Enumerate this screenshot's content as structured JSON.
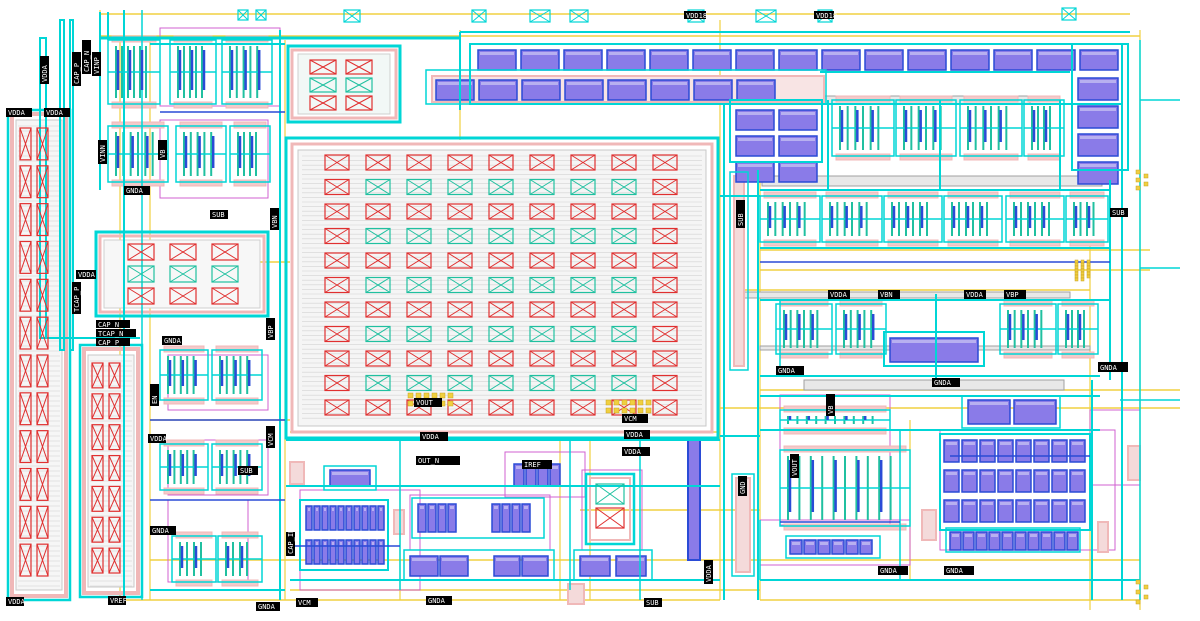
{
  "colors": {
    "background": "#ffffff",
    "metal1": "#00d6d6",
    "metal2": "#2a4bd6",
    "poly": "#e03030",
    "diffusion": "#20c0a0",
    "active_fill": "#8a7be8",
    "implant": "#f0b8b8",
    "yellow_wire": "#f0d040",
    "magenta_well": "#d060d0",
    "gray_box": "#a0a0a0",
    "label_bg": "#000000",
    "label_fg": "#ffffff"
  },
  "labels": {
    "vdda": "VDDA",
    "gnda": "GNDA",
    "sub": "SUB",
    "cap_n": "CAP_N",
    "cap_p": "CAP_P",
    "tcap_n": "TCAP_N",
    "tcap_p": "TCAP_P",
    "cap_in": "CAP_IN",
    "vcm": "VCM",
    "vout": "VOUT",
    "vbn": "VBN",
    "vbp": "VBP",
    "vinn": "VINN",
    "vinp": "VINP",
    "out_n": "OUT_N",
    "vdd18": "VDD18",
    "iref": "IREF",
    "vref": "VREF",
    "en": "EN",
    "vb": "VB",
    "gnd": "GND"
  },
  "icons": {
    "contact": "crossed-box-icon",
    "via": "small-square-icon"
  }
}
